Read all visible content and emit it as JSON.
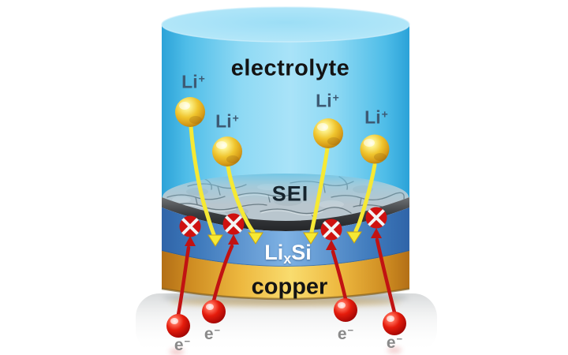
{
  "diagram": {
    "region_labels": {
      "electrolyte": "electrolyte",
      "sei": "SEI",
      "lixsi_li": "Li",
      "lixsi_sub": "x",
      "lixsi_si": "Si",
      "copper": "copper"
    },
    "li_ions": [
      {
        "base": "Li",
        "sup": "+"
      },
      {
        "base": "Li",
        "sup": "+"
      },
      {
        "base": "Li",
        "sup": "+"
      },
      {
        "base": "Li",
        "sup": "+"
      }
    ],
    "electrons": [
      {
        "base": "e",
        "sup": "−"
      },
      {
        "base": "e",
        "sup": "−"
      },
      {
        "base": "e",
        "sup": "−"
      },
      {
        "base": "e",
        "sup": "−"
      }
    ],
    "colors": {
      "electrolyte_blue": "#55c1ea",
      "electrolyte_light": "#a6e2f7",
      "sei_gray": "#b9c6ce",
      "sei_rim_dark": "#2b2d30",
      "lixsi_blue": "#4a82c4",
      "copper_gold": "#f9dc6e",
      "li_ion_gold": "#e8b71f",
      "electron_red": "#d41111",
      "arrow_yellow": "#f6e934",
      "arrow_red": "#c11212",
      "text_dark": "#141414",
      "li_label_slate": "#3d5a74",
      "electron_label_gray": "#8a8a8a"
    }
  }
}
